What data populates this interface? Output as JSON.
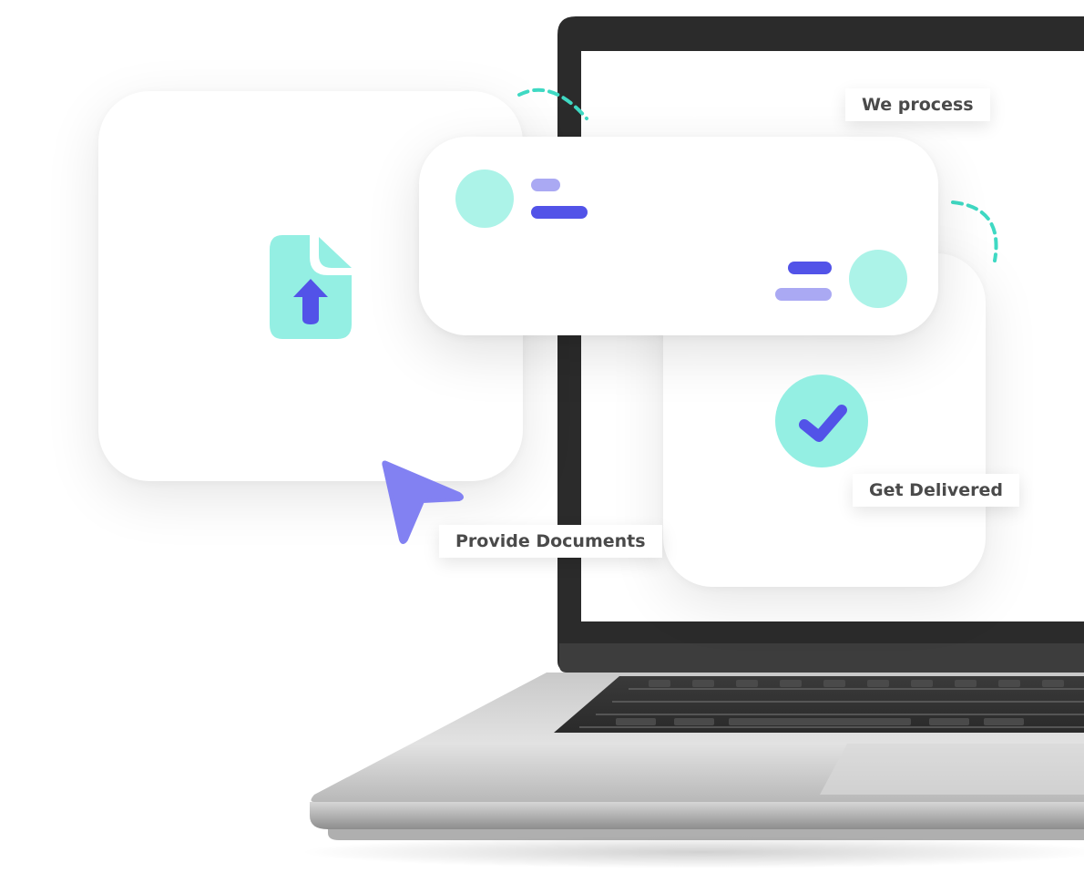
{
  "labels": {
    "process": "We process",
    "provide": "Provide Documents",
    "deliver": "Get Delivered"
  },
  "colors": {
    "mint": "#94efe3",
    "mint_light": "#acf3e8",
    "indigo": "#5253e8",
    "lavender": "#aaa9f3",
    "cursor": "#8281f2",
    "label_text": "#4a4a4a"
  },
  "icons": {
    "upload": "file-upload-icon",
    "check": "check-circle-icon",
    "cursor": "mouse-pointer-icon",
    "arc": "dashed-arc-icon"
  }
}
